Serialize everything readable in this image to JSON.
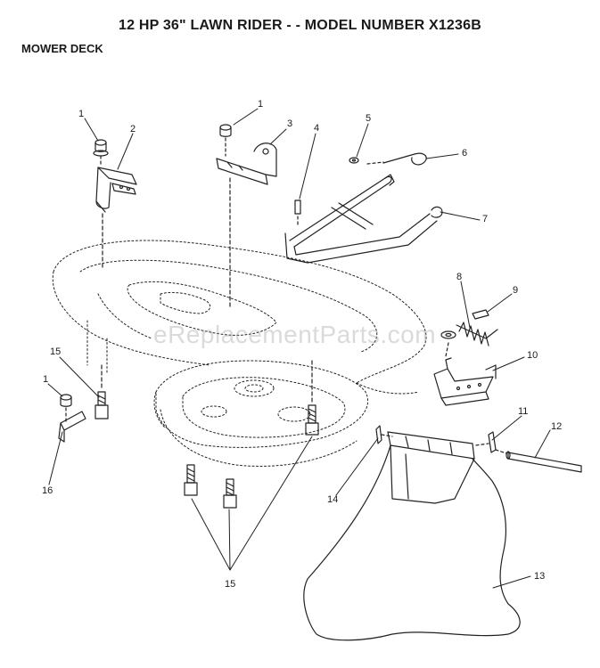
{
  "header": {
    "title": "12 HP 36\" LAWN RIDER - - MODEL NUMBER X1236B",
    "section": "MOWER DECK"
  },
  "watermark": "eReplacementParts.com",
  "callouts": [
    {
      "id": "c1a",
      "label": "1"
    },
    {
      "id": "c2",
      "label": "2"
    },
    {
      "id": "c1b",
      "label": "1"
    },
    {
      "id": "c3",
      "label": "3"
    },
    {
      "id": "c4",
      "label": "4"
    },
    {
      "id": "c5",
      "label": "5"
    },
    {
      "id": "c6",
      "label": "6"
    },
    {
      "id": "c7",
      "label": "7"
    },
    {
      "id": "c8",
      "label": "8"
    },
    {
      "id": "c9",
      "label": "9"
    },
    {
      "id": "c10",
      "label": "10"
    },
    {
      "id": "c11",
      "label": "11"
    },
    {
      "id": "c12",
      "label": "12"
    },
    {
      "id": "c13",
      "label": "13"
    },
    {
      "id": "c14",
      "label": "14"
    },
    {
      "id": "c15a",
      "label": "15"
    },
    {
      "id": "c1c",
      "label": "1"
    },
    {
      "id": "c16",
      "label": "16"
    },
    {
      "id": "c15b",
      "label": "15"
    }
  ]
}
